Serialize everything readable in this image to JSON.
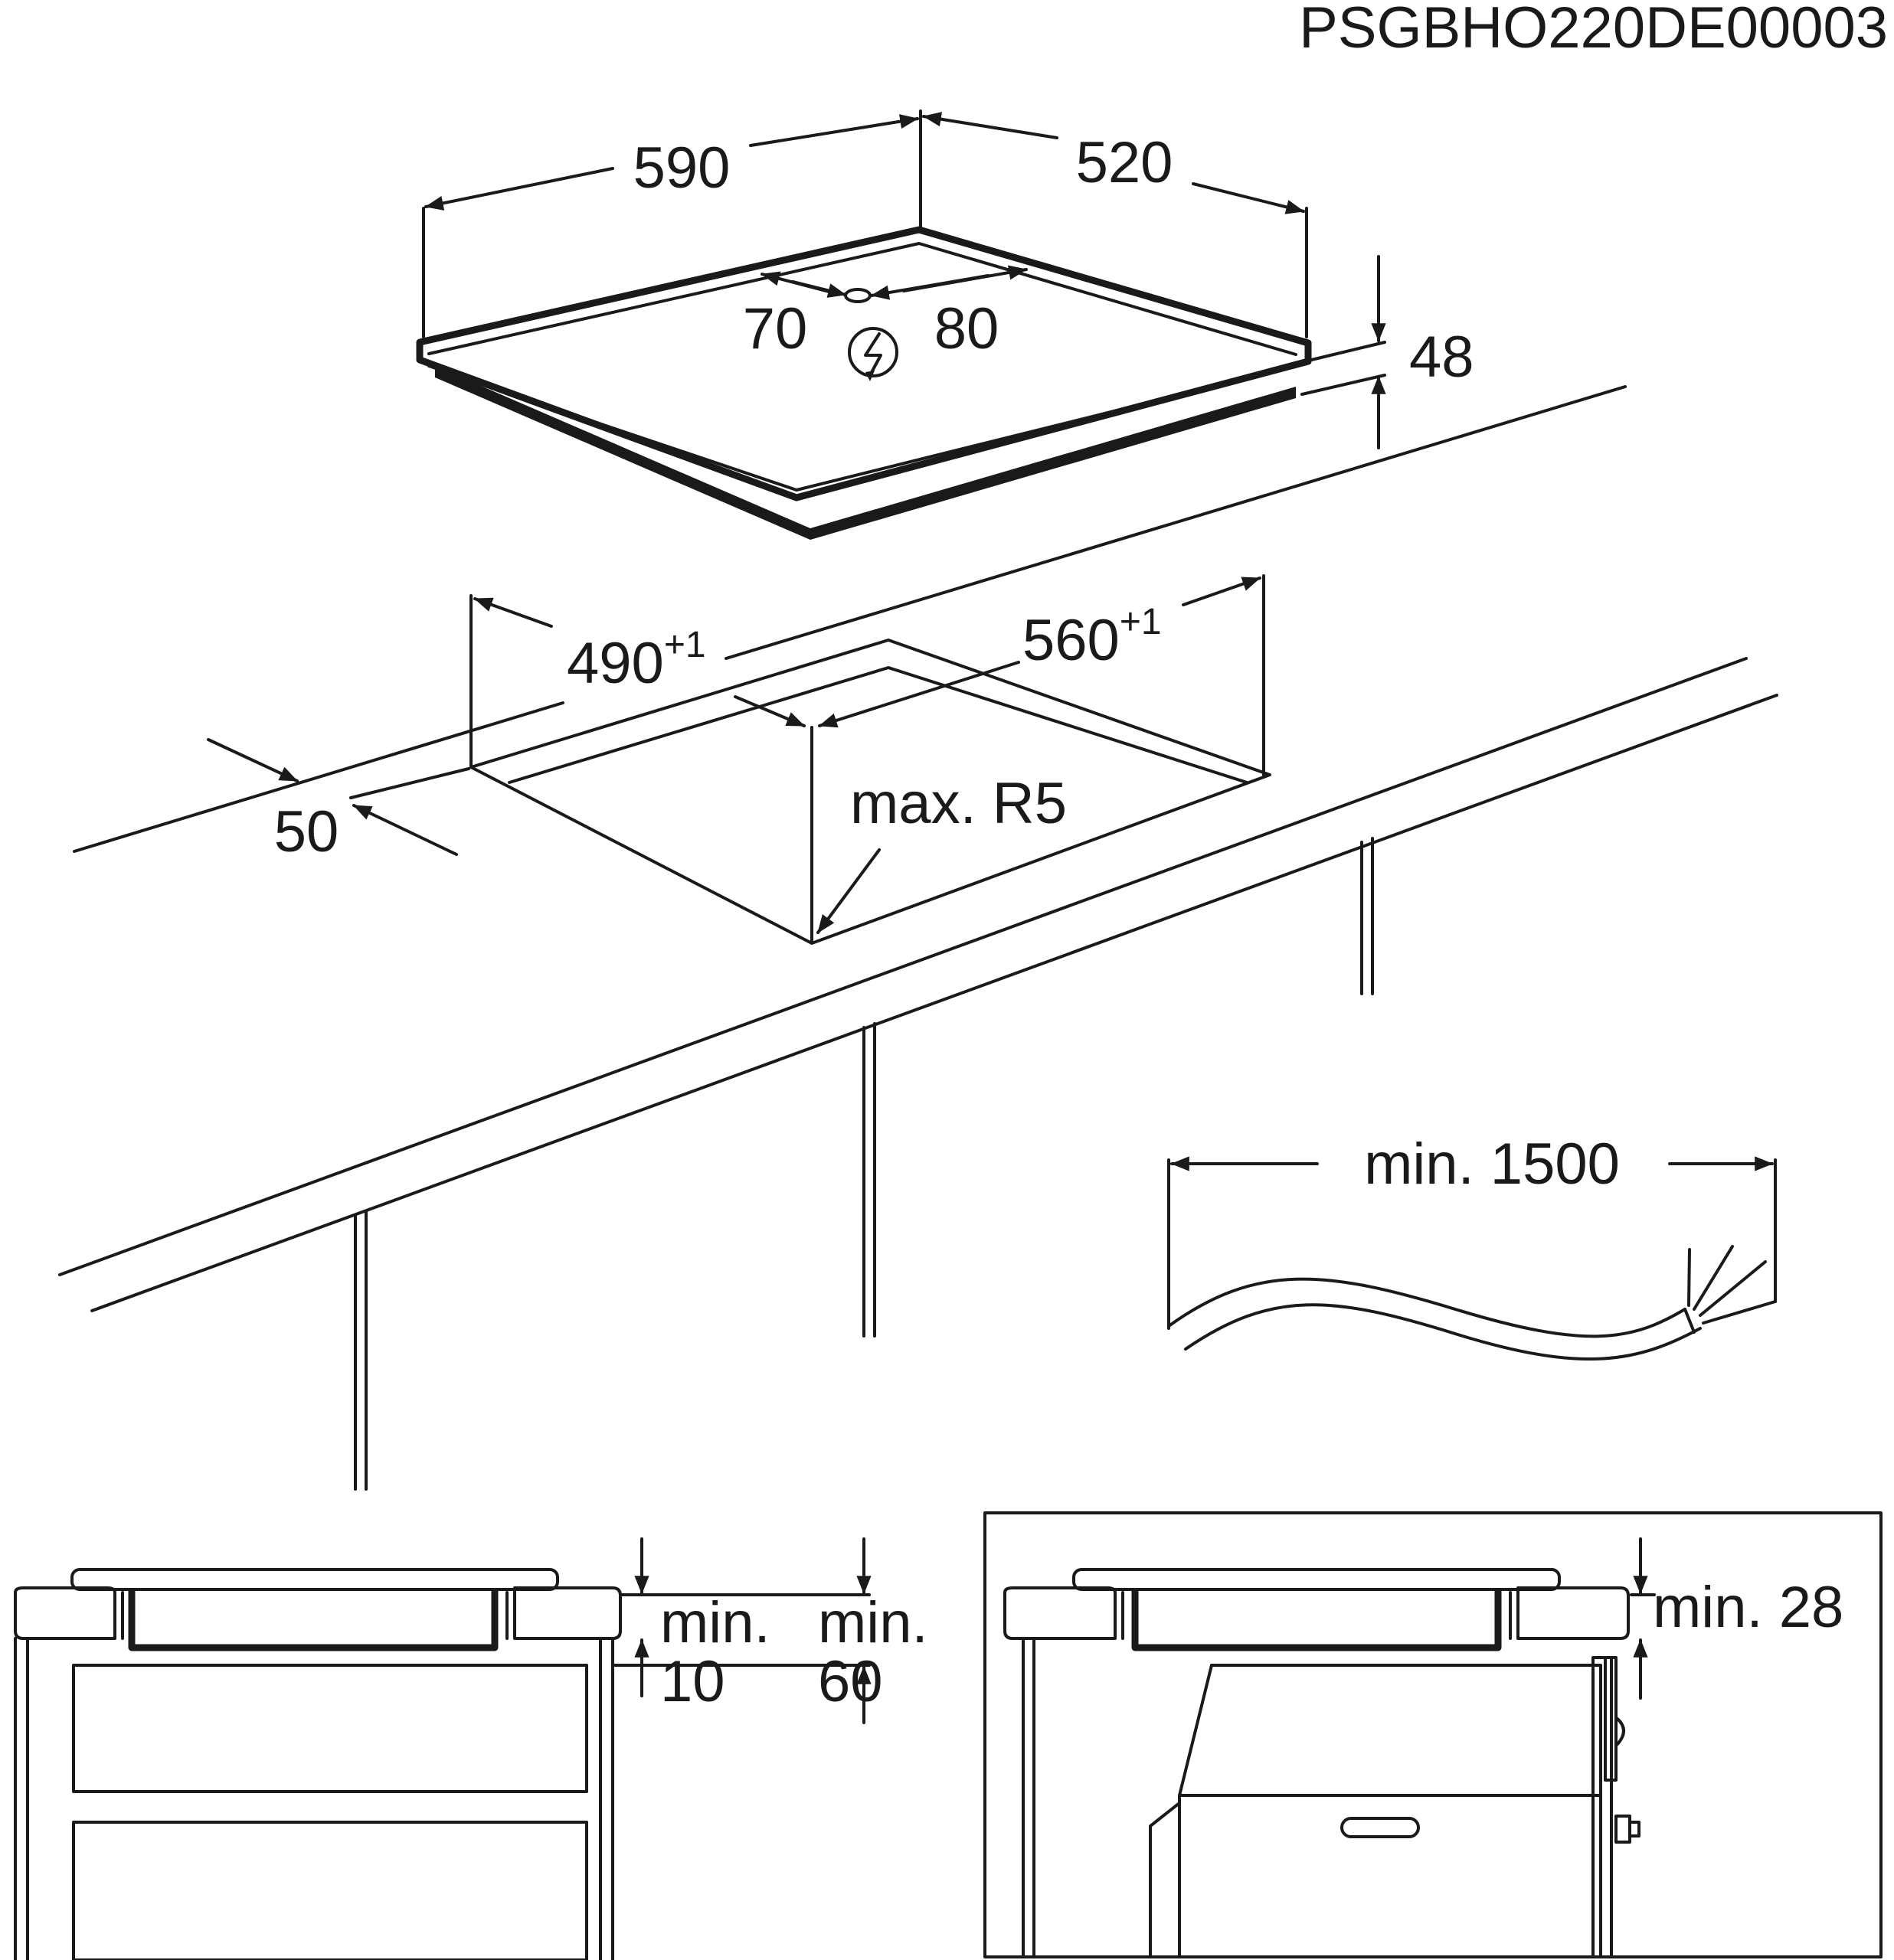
{
  "doc_code": "PSGBHO220DE00003",
  "hob": {
    "width": "590",
    "depth": "520",
    "height": "48",
    "cable_left": "70",
    "cable_right": "80"
  },
  "cutout": {
    "width": "560",
    "width_tol": "+1",
    "depth": "490",
    "depth_tol": "+1",
    "edge": "50",
    "radius": "max. R5"
  },
  "cable": {
    "length": "min. 1500"
  },
  "section_left": {
    "min_word_a": "min.",
    "gap_a": "10",
    "min_word_b": "min.",
    "gap_b": "60"
  },
  "section_right": {
    "gap": "min. 28"
  },
  "colors": {
    "ink": "#1a1a1a",
    "paper": "#ffffff"
  }
}
